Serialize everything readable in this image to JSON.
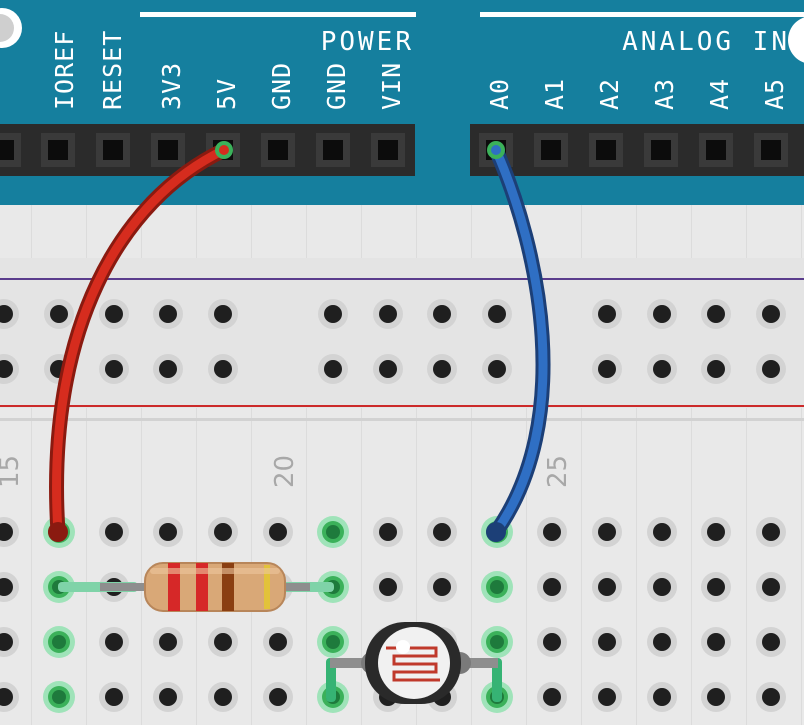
{
  "arduino": {
    "power_header_label": "POWER",
    "analog_header_label": "ANALOG IN",
    "power_pins": [
      "IOREF",
      "RESET",
      "3V3",
      "5V",
      "GND",
      "GND",
      "VIN"
    ],
    "analog_pins": [
      "A0",
      "A1",
      "A2",
      "A3",
      "A4",
      "A5"
    ],
    "colors": {
      "board": "#157f9e",
      "header": "#2b2b2b",
      "label": "#ffffff"
    }
  },
  "breadboard": {
    "column_numbers": [
      "15",
      "20",
      "25"
    ],
    "colors": {
      "body": "#e9e9e9",
      "rail_negative": "#5a3c8c",
      "rail_positive": "#cc2a2a",
      "active_hole": "#3bb15a"
    }
  },
  "components": [
    {
      "name": "resistor",
      "color": "#d9a877",
      "bands": [
        "#d62828",
        "#d62828",
        "#8a3f12",
        "#e2c23a"
      ]
    },
    {
      "name": "photoresistor",
      "color": "#2a2a2a"
    }
  ],
  "wires": [
    {
      "name": "red-wire",
      "from": "5V",
      "color": "#d62c1e"
    },
    {
      "name": "blue-wire",
      "from": "A0",
      "color": "#2f6fc4"
    }
  ]
}
